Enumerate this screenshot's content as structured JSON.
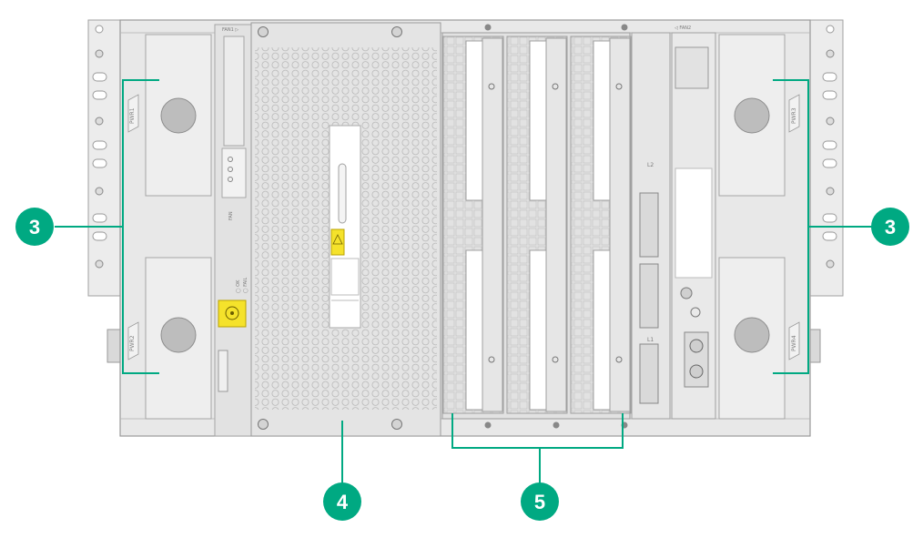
{
  "colors": {
    "callout": "#00a982",
    "chassis": "#e8e8e8",
    "panel": "#efefef",
    "outline": "#9a9a9a",
    "caution": "#f5e22b"
  },
  "chassis_labels": {
    "fan1": "FAN1 ▷",
    "fan2": "◁ FAN2",
    "pwr1": "PWR1",
    "pwr2": "PWR2",
    "pwr3": "PWR3",
    "pwr4": "PWR4",
    "l1": "L1",
    "l2": "L2",
    "fan_status": "FAN",
    "fan_ok": "◯ OK",
    "fan_fail": "◯ FAIL"
  },
  "callouts": [
    {
      "id": "left-3",
      "label": "3"
    },
    {
      "id": "right-3",
      "label": "3"
    },
    {
      "id": "bottom-4",
      "label": "4"
    },
    {
      "id": "bottom-5",
      "label": "5"
    }
  ],
  "icons": {
    "caution": "caution-triangle-icon",
    "biohazard": "hazard-label-icon",
    "ground": "ground-symbol-icon",
    "screw": "screw-icon"
  }
}
